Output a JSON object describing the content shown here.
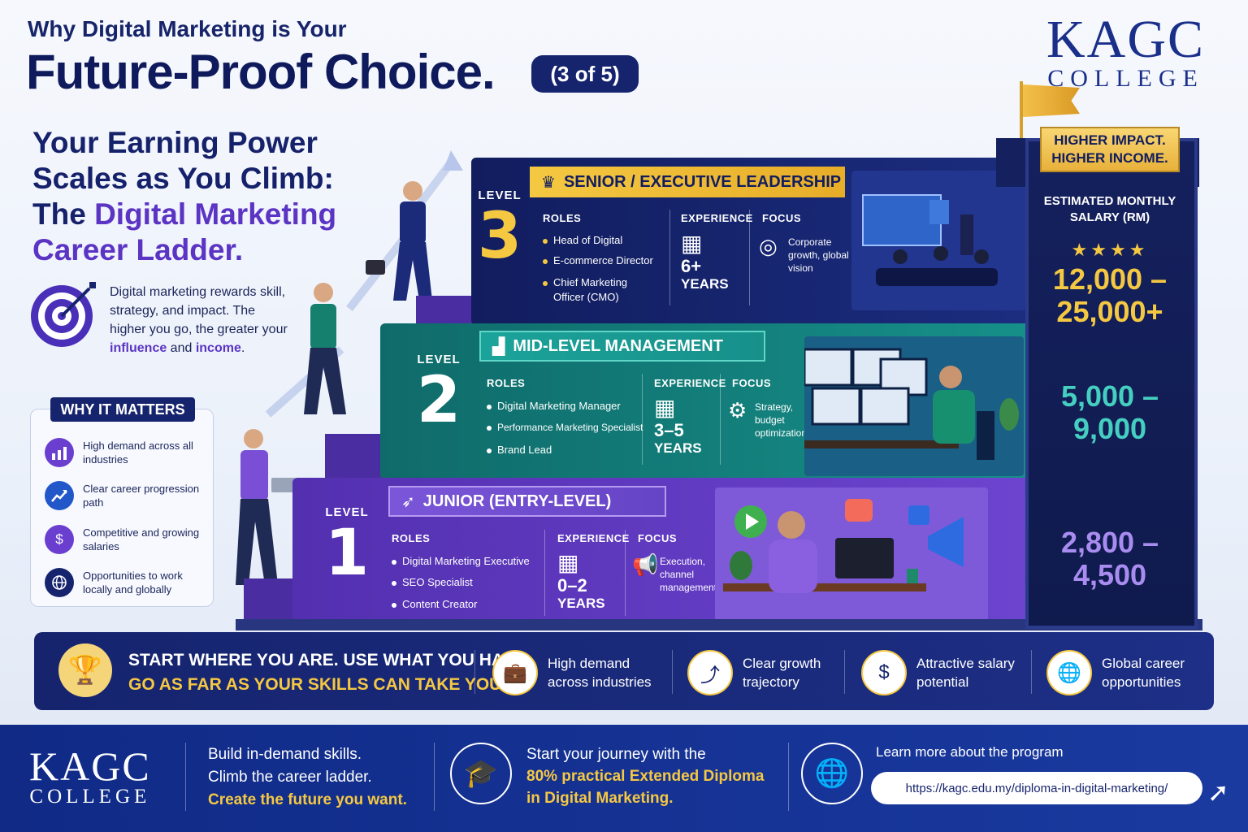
{
  "header": {
    "line1": "Why Digital Marketing is Your",
    "line2": "Future-Proof Choice.",
    "badge": "(3 of 5)"
  },
  "brand": {
    "name_top": "KAGC",
    "name_bottom": "COLLEGE"
  },
  "intro": {
    "title_line1": "Your Earning Power",
    "title_line2": "Scales as You Climb:",
    "title_line3a": "The ",
    "title_line3b": "Digital Marketing",
    "title_line4": "Career Ladder.",
    "text_a": "Digital marketing rewards skill, strategy, and impact. The higher you go, the greater your ",
    "text_hl1": "influence",
    "text_b": " and ",
    "text_hl2": "income",
    "text_c": "."
  },
  "why": {
    "title": "WHY IT MATTERS",
    "items": [
      {
        "label": "High demand across all industries",
        "icon": "bar-chart-icon",
        "color": "#6a3fd0"
      },
      {
        "label": "Clear career progression path",
        "icon": "trend-up-icon",
        "color": "#2157c9"
      },
      {
        "label": "Competitive and growing salaries",
        "icon": "money-bag-icon",
        "color": "#6a3fd0"
      },
      {
        "label": "Opportunities to work locally and globally",
        "icon": "globe-icon",
        "color": "#16246e"
      }
    ]
  },
  "levels": {
    "word": "LEVEL",
    "col_roles": "ROLES",
    "col_experience": "EXPERIENCE",
    "col_focus": "FOCUS",
    "l3": {
      "number": "3",
      "title": "SENIOR / EXECUTIVE LEADERSHIP",
      "roles": [
        "Head of Digital",
        "E-commerce Director",
        "Chief Marketing",
        "Officer (CMO)"
      ],
      "exp_num": "6+",
      "exp_unit": "YEARS",
      "focus": "Corporate growth, global vision"
    },
    "l2": {
      "number": "2",
      "title": "MID-LEVEL MANAGEMENT",
      "roles": [
        "Digital Marketing Manager",
        "Performance Marketing Specialist",
        "Brand Lead"
      ],
      "exp_num": "3–5",
      "exp_unit": "YEARS",
      "focus": "Strategy, budget optimization"
    },
    "l1": {
      "number": "1",
      "title": "JUNIOR (ENTRY-LEVEL)",
      "roles": [
        "Digital Marketing Executive",
        "SEO Specialist",
        "Content Creator"
      ],
      "exp_num": "0–2",
      "exp_unit": "YEARS",
      "focus": "Execution, channel management"
    }
  },
  "tower": {
    "impact_line1": "HIGHER IMPACT.",
    "impact_line2": "HIGHER INCOME.",
    "salary_head_line1": "ESTIMATED MONTHLY",
    "salary_head_line2": "SALARY (RM)",
    "stars": "★★★★",
    "l3_line1": "12,000 –",
    "l3_line2": "25,000+",
    "l2_line1": "5,000 –",
    "l2_line2": "9,000",
    "l1_line1": "2,800 –",
    "l1_line2": "4,500"
  },
  "banner": {
    "slogan_line1": "START WHERE YOU ARE. USE WHAT YOU HAVE.",
    "slogan_line2": "GO AS FAR AS YOUR SKILLS CAN TAKE YOU.",
    "benefits": [
      {
        "line1": "High demand",
        "line2": "across industries",
        "icon": "briefcase-icon"
      },
      {
        "line1": "Clear growth",
        "line2": "trajectory",
        "icon": "stairs-icon"
      },
      {
        "line1": "Attractive salary",
        "line2": "potential",
        "icon": "dollar-icon"
      },
      {
        "line1": "Global career",
        "line2": "opportunities",
        "icon": "globe-icon"
      }
    ]
  },
  "footer": {
    "a_line1": "Build in-demand skills.",
    "a_line2": "Climb the career ladder.",
    "a_line3": "Create the future you want.",
    "b_line1": "Start your journey with the",
    "b_line2": "80% practical Extended Diploma",
    "b_line3": "in Digital Marketing.",
    "c_label": "Learn more about the program",
    "url": "https://kagc.edu.my/diploma-in-digital-marketing/"
  },
  "colors": {
    "navy": "#16246e",
    "gold": "#f5c842",
    "teal": "#17908a",
    "purple": "#6644c6"
  }
}
